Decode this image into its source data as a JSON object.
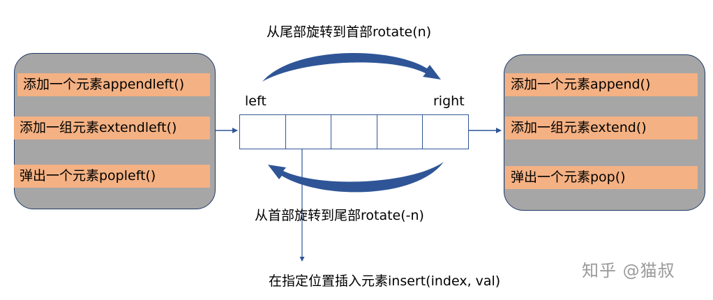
{
  "top_label": "从尾部旋转到首部rotate(n)",
  "bottom_label": "从首部旋转到尾部rotate(-n)",
  "insert_label": "在指定位置插入元素insert(index, val)",
  "left_end_label": "left",
  "right_end_label": "right",
  "left_ops": [
    "添加一个元素appendleft()",
    "添加一组元素extendleft()",
    "弹出一个元素popleft()"
  ],
  "right_ops": [
    "添加一个元素append()",
    "添加一组元素extend()",
    "弹出一个元素pop()"
  ],
  "watermark": "知乎 @猫叔",
  "colors": {
    "panel_fill": "#a6a6a6",
    "op_fill": "#f4b183",
    "arrow_blue": "#2f5597",
    "border_navy": "#1f3864"
  }
}
